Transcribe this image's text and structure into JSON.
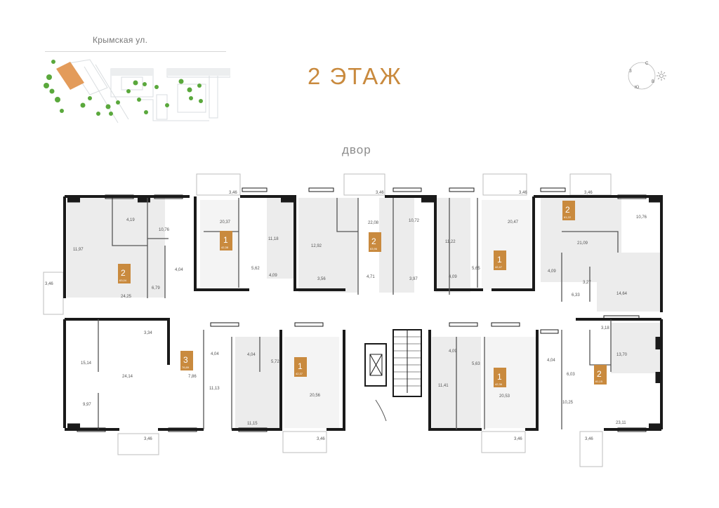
{
  "header": {
    "street": "Крымская ул.",
    "floor_title": "2 ЭТАЖ",
    "courtyard": "двор"
  },
  "compass": {
    "north": "С",
    "west": "З",
    "east": "В",
    "south": "Ю"
  },
  "colors": {
    "accent": "#c98a3e",
    "wall": "#1a1a1a",
    "room": "#e9e9e9",
    "tree": "#5aa83c"
  },
  "icons": [
    "compass-icon",
    "sun-icon",
    "elevator-icon",
    "stairs-icon",
    "site-map-icon"
  ],
  "badges": [
    {
      "id": "apt-a",
      "num": "2",
      "area": "63,04"
    },
    {
      "id": "apt-b",
      "num": "1",
      "area": "42,38"
    },
    {
      "id": "apt-c",
      "num": "2",
      "area": "63,96"
    },
    {
      "id": "apt-d",
      "num": "1",
      "area": "42,47"
    },
    {
      "id": "apt-e",
      "num": "2",
      "area": "61,22"
    },
    {
      "id": "apt-f",
      "num": "3",
      "area": "76,89"
    },
    {
      "id": "apt-g",
      "num": "1",
      "area": "42,37"
    },
    {
      "id": "apt-h",
      "num": "1",
      "area": "42,36"
    },
    {
      "id": "apt-i",
      "num": "2",
      "area": "61,15"
    }
  ],
  "areas": [
    "3,46",
    "3,46",
    "3,46",
    "3,46",
    "4,19",
    "10,76",
    "20,37",
    "11,18",
    "22,08",
    "10,72",
    "20,47",
    "10,76",
    "11,97",
    "12,92",
    "11,22",
    "21,09",
    "4,04",
    "5,62",
    "4,09",
    "3,56",
    "4,71",
    "3,97",
    "4,09",
    "5,65",
    "4,09",
    "3,27",
    "3,46",
    "24,25",
    "6,79",
    "6,33",
    "14,64",
    "3,34",
    "3,18",
    "15,14",
    "4,04",
    "4,04",
    "5,72",
    "4,09",
    "5,63",
    "4,04",
    "13,70",
    "24,14",
    "7,86",
    "11,13",
    "20,56",
    "11,41",
    "20,53",
    "6,03",
    "9,97",
    "11,15",
    "10,25",
    "23,11",
    "3,46",
    "3,46",
    "3,46",
    "3,46"
  ]
}
